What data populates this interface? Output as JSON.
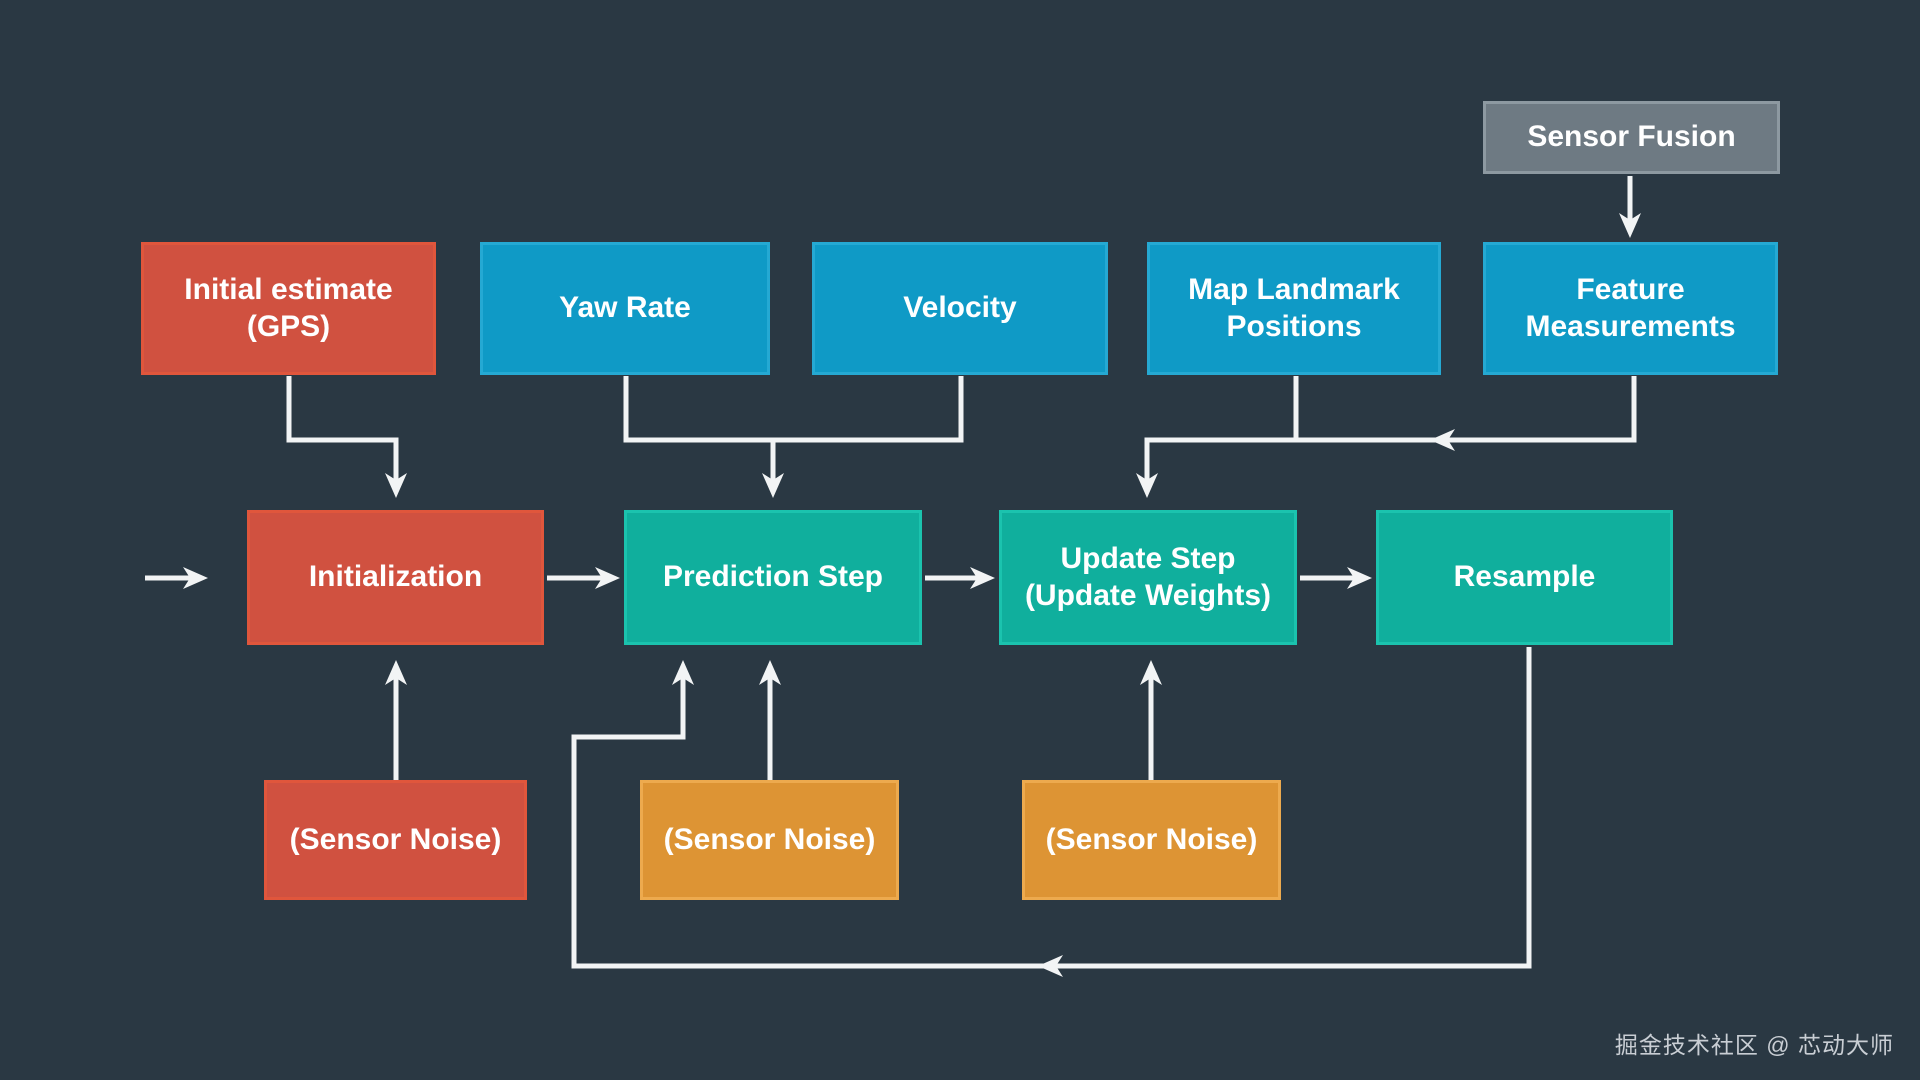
{
  "diagram": {
    "type": "flowchart",
    "nodes": {
      "sensor_fusion": {
        "label": "Sensor Fusion",
        "color": "#6e7a83"
      },
      "initial_estimate": {
        "label": "Initial estimate\n(GPS)",
        "color": "#d05140"
      },
      "yaw_rate": {
        "label": "Yaw Rate",
        "color": "#0f9ac6"
      },
      "velocity": {
        "label": "Velocity",
        "color": "#0f9ac6"
      },
      "map_landmark": {
        "label": "Map Landmark\nPositions",
        "color": "#0f9ac6"
      },
      "feature_measurements": {
        "label": "Feature\nMeasurements",
        "color": "#0f9ac6"
      },
      "initialization": {
        "label": "Initialization",
        "color": "#d05140"
      },
      "prediction": {
        "label": "Prediction Step",
        "color": "#10af9d"
      },
      "update": {
        "label": "Update Step\n(Update Weights)",
        "color": "#10af9d"
      },
      "resample": {
        "label": "Resample",
        "color": "#10af9d"
      },
      "noise_initialization": {
        "label": "(Sensor Noise)",
        "color": "#d05140"
      },
      "noise_prediction": {
        "label": "(Sensor Noise)",
        "color": "#dd9434"
      },
      "noise_update": {
        "label": "(Sensor Noise)",
        "color": "#dd9434"
      }
    },
    "edges": [
      "sensor_fusion -> feature_measurements",
      "initial_estimate -> initialization",
      "yaw_rate -> prediction",
      "velocity -> prediction",
      "map_landmark -> update",
      "feature_measurements -> update",
      "(start) -> initialization",
      "initialization -> prediction",
      "prediction -> update",
      "update -> resample",
      "noise_initialization -> initialization",
      "noise_prediction -> prediction",
      "noise_update -> update",
      "resample -> prediction (feedback loop)"
    ],
    "colors": {
      "background": "#2a3843",
      "arrow": "#f2f4f5",
      "label_text": "#ffffff",
      "red": "#d05140",
      "blue": "#0f9ac6",
      "teal": "#10af9d",
      "orange": "#dd9434",
      "gray": "#6e7a83",
      "watermark_text": "#c9ced4"
    },
    "watermark": "掘金技术社区 @ 芯动大师"
  }
}
